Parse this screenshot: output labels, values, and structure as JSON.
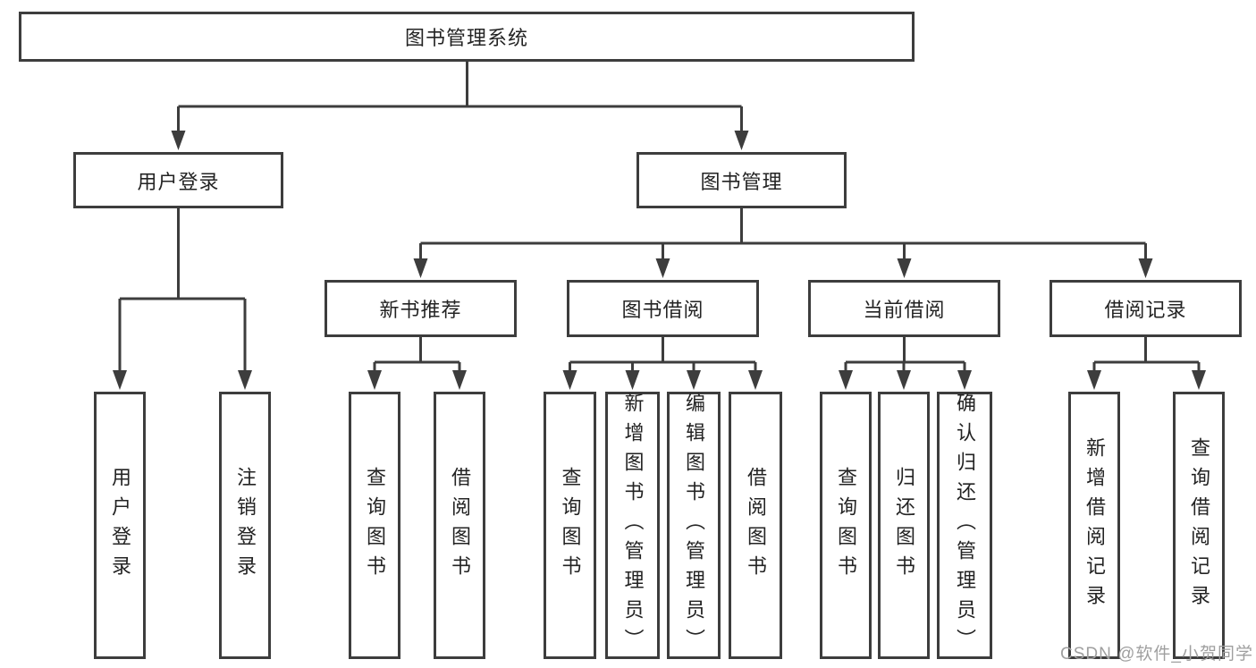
{
  "colors": {
    "line": "#3d3d3d",
    "text": "#232323",
    "watermark": "#9f9f9f",
    "background": "#ffffff"
  },
  "watermark": {
    "text": "CSDN @软件_小贺同学"
  },
  "tree": {
    "root": {
      "label": "图书管理系统"
    },
    "level2": [
      {
        "label": "用户登录"
      },
      {
        "label": "图书管理"
      }
    ],
    "user_login_children": [
      {
        "label": "用户登录"
      },
      {
        "label": "注销登录"
      }
    ],
    "level3": [
      {
        "label": "新书推荐",
        "children": [
          {
            "label": "查询图书"
          },
          {
            "label": "借阅图书"
          }
        ]
      },
      {
        "label": "图书借阅",
        "children": [
          {
            "label": "查询图书"
          },
          {
            "label": "新增图书（管理员）"
          },
          {
            "label": "编辑图书（管理员）"
          },
          {
            "label": "借阅图书"
          }
        ]
      },
      {
        "label": "当前借阅",
        "children": [
          {
            "label": "查询图书"
          },
          {
            "label": "归还图书"
          },
          {
            "label": "确认归还（管理员）"
          }
        ]
      },
      {
        "label": "借阅记录",
        "children": [
          {
            "label": "新增借阅记录"
          },
          {
            "label": "查询借阅记录"
          }
        ]
      }
    ]
  }
}
